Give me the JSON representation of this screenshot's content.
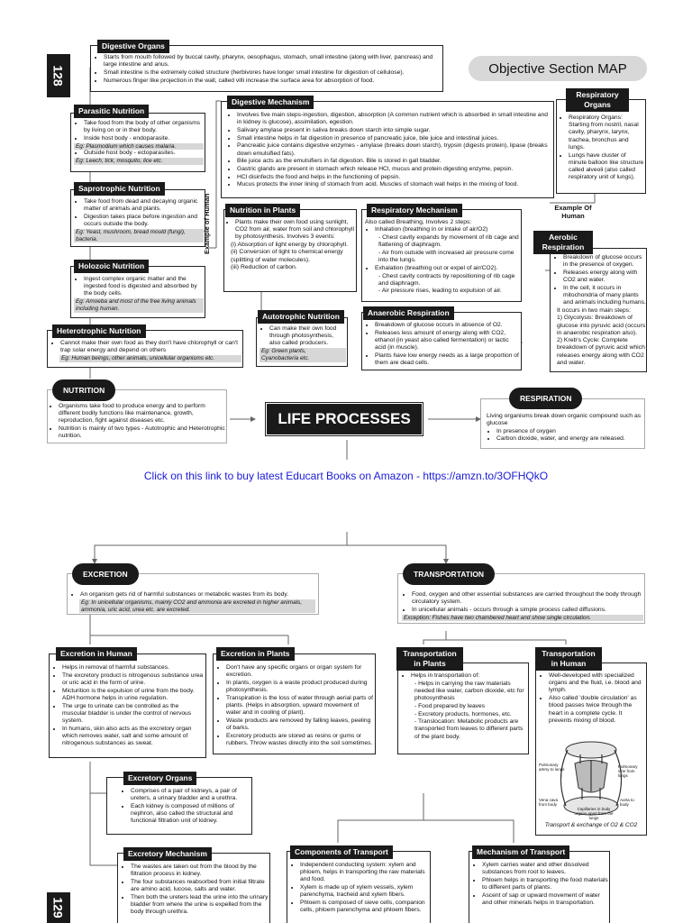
{
  "page_numbers": {
    "top": "128",
    "bottom": "129"
  },
  "banner": "Objective Section MAP",
  "center_title": "LIFE PROCESSES",
  "link_text": "Click on this link to buy latest Educart Books on Amazon - https://amzn.to/3OFHQkO",
  "labels": {
    "example_of_human_v": "Example of Human",
    "example_of_human_h": "Example Of Human"
  },
  "digestive_organs": {
    "title": "Digestive Organs",
    "items": [
      "Starts from mouth followed by buccal cavity, pharynx, oesophagus, stomach, small intestine (along with liver, pancreas) and large intestine and anus.",
      "Small intestine is the extremely coiled structure (herbivores have longer small intestine for digestion of cellulose).",
      "Numerous finger like projection in the wall, called villi increase the surface area for absorption of food."
    ]
  },
  "digestive_mechanism": {
    "title": "Digestive Mechanism",
    "items": [
      "Involves five main steps-ingestion, digestion, absorption (A common nutrient which is absorbed in small intestine and in kidney is glucose), assimilation, egestion.",
      "Salivary amylase present in saliva breaks down starch into simple sugar.",
      "Small intestine helps in fat digestion in presence of pancreatic juice, bile juice and intestinal juices.",
      "Pancreatic juice contains digestive enzymes - amylase (breaks down starch), trypsin (digests protein), lipase (breaks down emulsified fats).",
      "Bile juice acts as the emulsifiers in fat digestion. Bile is stored in gall bladder.",
      "Gastric glands are present in stomach which release HCl, mucus and protein digesting enzyme, pepsin.",
      "HCl disinfects the food and helps in the functioning of pepsin.",
      "Mucus protects the inner lining of stomach from acid. Muscles of stomach wall helps in the mixing of food."
    ]
  },
  "respiratory_organs": {
    "title": "Respiratory Organs",
    "items": [
      "Respiratory Organs: Starting from nostril, nasal cavity, pharynx, larynx, trachea, bronchus and lungs.",
      "Lungs have cluster of minute balloon like structure called alveoli (also called respiratory unit of lungs)."
    ]
  },
  "parasitic": {
    "title": "Parasitic Nutrition",
    "items": [
      "Take food from the body of other organisms by living on or in their body.",
      "Inside host body - endoparasite.",
      "Outside host body - ectoparasites."
    ],
    "examples": [
      "Eg: Plasmodium which causes malaria.",
      "Eg: Leech, tick, mosquito, lice etc."
    ]
  },
  "saprotrophic": {
    "title": "Saprotrophic Nutrition",
    "items": [
      "Take food from dead and decaying organic matter of animals and plants.",
      "Digestion takes place before ingestion and occurs outside the body."
    ],
    "example": "Eg: Yeast, mushroom, bread mould (fungi), bacteria."
  },
  "holozoic": {
    "title": "Holozoic Nutrition",
    "items": [
      "Ingest complex organic matter and the ingested food is digested and absorbed by the body cells."
    ],
    "example": "Eg: Amoeba and most of the free living animals including human."
  },
  "heterotrophic": {
    "title": "Heterotrophic Nutrition",
    "items": [
      "Cannot make their own food as they don't have chlorophyll or can't trap solar energy and depend on others"
    ],
    "example": "Eg: Human beings, other animals, unicellular organisms etc."
  },
  "nutrition_plants": {
    "title": "Nutrition in Plants",
    "items": [
      "Plants make their own food using sunlight, CO2 from air, water from soil and chlorophyll by photosynthesis. Involves 3 events:"
    ],
    "steps": [
      "(i) Absorption of light energy by chlorophyll.",
      "(ii) Conversion of light to chemical energy (splitting of water molecules).",
      "(iii) Reduction of carbon."
    ]
  },
  "autotrophic": {
    "title": "Autotrophic Nutrition",
    "items": [
      "Can make their own food through photosynthesis, also called producers."
    ],
    "example": "Eg: Green plants, Cyanobacteria etc."
  },
  "respiratory_mechanism": {
    "title": "Respiratory Mechanism",
    "intro": "Also called Breathing, Involves 2 steps:",
    "items": [
      "Inhalation (breathing in or intake of air/O2)",
      "- Chest cavity expands by movement of rib cage and flattening of diaphragm.",
      "- Air from outside with increased air pressure come into the lungs.",
      "Exhalation (breathing out or expel of air/CO2).",
      "- Chest cavity contracts by repositioning of rib cage and diaphragm.",
      "- Air pressure rises, leading to expulsion of air."
    ]
  },
  "aerobic": {
    "title": "Aerobic Respiration",
    "items": [
      "Breakdown of glucose occurs in the presence of oxygen.",
      "Releases energy along with CO2 and water.",
      "In the cell, it occurs in mitochondria of many plants and animals including humans.",
      "It occurs in two main steps:",
      "1) Glycolysis: Breakdown of glucose into pyruvic acid (occurs in anaerobic respiration also).",
      "2) Kreb's Cycle: Complete breakdown of pyruvic acid which releases energy along with CO2 and water."
    ]
  },
  "anaerobic": {
    "title": "Anaerobic Respiration",
    "items": [
      "Breakdown of glucose occurs in absence of O2.",
      "Releases less amount of energy along with CO2, ethanol (in yeast also called fermentation) or lactic acid (in muscle).",
      "Plants have low energy needs as a large proportion of them are dead cells."
    ]
  },
  "nutrition": {
    "title": "NUTRITION",
    "items": [
      "Organisms take food to produce energy and to perform different bodily functions like maintenance, growth, reproduction, fight against diseases etc.",
      "Nutrition is mainly of two types - Autotrophic and Heterotrophic nutrition."
    ]
  },
  "respiration": {
    "title": "RESPIRATION",
    "intro": "Living organisms break down organic compound such as glucose",
    "items": [
      "In presence of oxygen",
      "Carbon dioxide, water, and energy are released."
    ]
  },
  "excretion": {
    "title": "EXCRETION",
    "items": [
      "An organism gets rid of harmful substances or metabolic wastes from its body."
    ],
    "example": "Eg: In unicellular organisms, mainly CO2 and ammonia are excreted in higher animals, ammonia, uric acid, urea etc. are excreted."
  },
  "transportation": {
    "title": "TRANSPORTATION",
    "items": [
      "Food, oxygen and other essential substances are carried throughout the body through circulatory system.",
      "In unicellular animals - occurs through a simple process called diffusions."
    ],
    "exception": "Exception: Fishes have two chambered heart and show single circulation."
  },
  "excretion_human": {
    "title": "Excretion in Human",
    "items": [
      "Helps in removal of harmful substances.",
      "The excretory product is nitrogenous substance urea or uric acid in the form of urine.",
      "Micturition is the expulsion of urine from the body. ADH hormone helps in urine regulation.",
      "The urge to urinate can be controlled as the muscular bladder is under the control of nervous system.",
      "In humans, skin also acts as the excretory organ which removes water, salt and some amount of nitrogenous substances as sweat."
    ]
  },
  "excretion_plants": {
    "title": "Excretion in Plants",
    "items": [
      "Don't have any specific organs or organ system for excretion.",
      "In plants, oxygen is a waste product produced during photosynthesis.",
      "Transpiration is the loss of water through aerial parts of plants. (Helps in absorption, upward movement of water and in cooling of plant).",
      "Waste products are removed by falling leaves, peeling of barks.",
      "Excretory products are stored as resins or gums or rubbers. Throw wastes directly into the soil sometimes."
    ]
  },
  "transport_plants": {
    "title": "Transportation in Plants",
    "items": [
      "Helps in transportation of:",
      "- Helps in carrying the raw materials needed like water, carbon dioxide, etc for photosynthesis",
      "- Food prepared by leaves",
      "- Excretory products, hormones, etc.",
      "- Translocation: Metabolic products are transported from leaves to different parts of the plant body."
    ]
  },
  "transport_human": {
    "title": "Transportation in Human",
    "items": [
      "Well-developed with specialized organs and the fluid, i.e. blood and lymph.",
      "Also called 'double circulation' as blood passes twice through the heart in a complete cycle. It prevents mixing of blood."
    ]
  },
  "heart_diagram": {
    "labels": [
      "Pulmonary artery to lungs",
      "Pulmonary vein from lungs",
      "Vena cava from body",
      "Aorta to body",
      "Capillaries in body organs apart from the lungs"
    ],
    "caption": "Transport & exchange of O2 & CO2"
  },
  "excretory_organs": {
    "title": "Excretory Organs",
    "items": [
      "Comprises of a pair of kidneys, a pair of ureters, a urinary bladder and a urethra.",
      "Each kidney is composed of millions of nephron, also called the structural and functional filtration unit of kidney."
    ]
  },
  "excretory_mechanism": {
    "title": "Excretory Mechanism",
    "items": [
      "The wastes are taken out from the blood by the filtration process in kidney.",
      "The four substances reabsorbed from initial filtrate are amino acid, lucose, salts and water.",
      "Then both the ureters lead the urine into the urinary bladder from where the urine is expelled from the body through urethra."
    ]
  },
  "components_transport": {
    "title": "Components of Transport",
    "items": [
      "Independent conducting system: xylem and phloem, helps in transporting the raw materials and food.",
      "Xylem is made up of xylem vessels, xylem parenchyma, tracheid and xylem fibers.",
      "Phloem is composed of sieve cells, companion cells, phloem parenchyma and phloem fibers."
    ]
  },
  "mechanism_transport": {
    "title": "Mechanism of Transport",
    "items": [
      "Xylem carries water and other dissolved substances from root to leaves.",
      "Phloem helps in transporting the food materials to different parts of plants.",
      "Ascent of sap or upward movement of water and other minerals helps in transportation."
    ]
  },
  "colors": {
    "header_bg": "#1a1a1a",
    "link": "#1a1ad6",
    "example_bg": "#d7d7d7"
  }
}
